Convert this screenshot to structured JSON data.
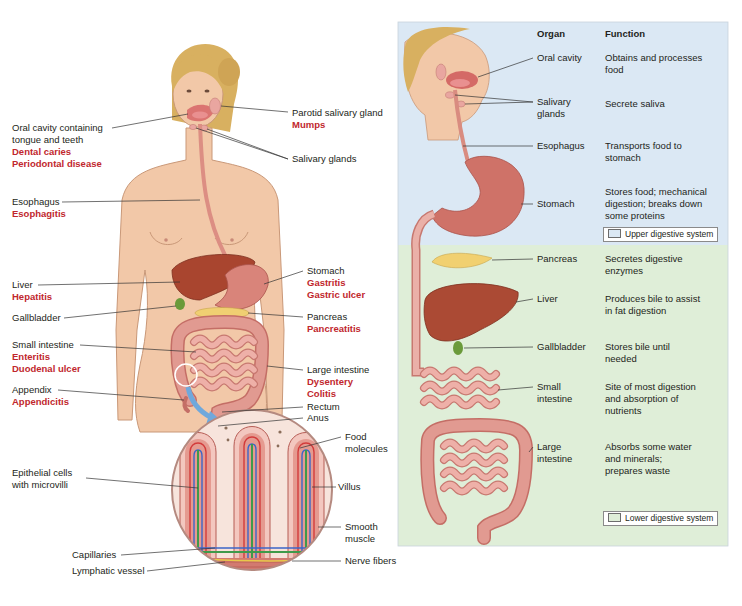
{
  "diagram": {
    "nodes": [
      {
        "text": [
          "Organ",
          "Function",
          "Oral cavity",
          "Obtains and processes food",
          "Salivary glands",
          "Secrete saliva",
          "Esophagus",
          "Transports food to stomach",
          "Stomach",
          "Stores food; mechanical digestion; breaks down some proteins"
        ]
      },
      {
        "text": [
          "Pancreas",
          "Secretes digestive enzymes",
          "Liver",
          "Produces bile to assist in fat digestion",
          "Gallbladder",
          "Stores bile until needed",
          "Small intestine",
          "Site of most digestion and absorption of nutrients",
          "Large intestine",
          "Absorbs some water and minerals; prepares waste"
        ]
      }
    ],
    "labels": [
      "Oral cavity containing tongue and teeth",
      "Dental caries",
      "Periodontal disease",
      "Esophagus",
      "Esophagitis",
      "Liver",
      "Hepatitis",
      "Gallbladder",
      "Small intestine",
      "Enteritis",
      "Duodenal ulcer",
      "Appendix",
      "Appendicitis",
      "Epithelial cells with microvilli",
      "Capillaries",
      "Lymphatic vessel",
      "Parotid salivary gland",
      "Mumps",
      "Salivary glands",
      "Stomach",
      "Gastritis",
      "Gastric ulcer",
      "Pancreas",
      "Pancreatitis",
      "Large intestine",
      "Dysentery",
      "Colitis",
      "Rectum",
      "Anus",
      "Food molecules",
      "Villus",
      "Smooth muscle",
      "Nerve fibers"
    ],
    "legend": [
      {
        "text": "Upper digestive system",
        "color": "#dbe8f4"
      },
      {
        "text": "Lower digestive system",
        "color": "#dfeed8"
      }
    ]
  }
}
